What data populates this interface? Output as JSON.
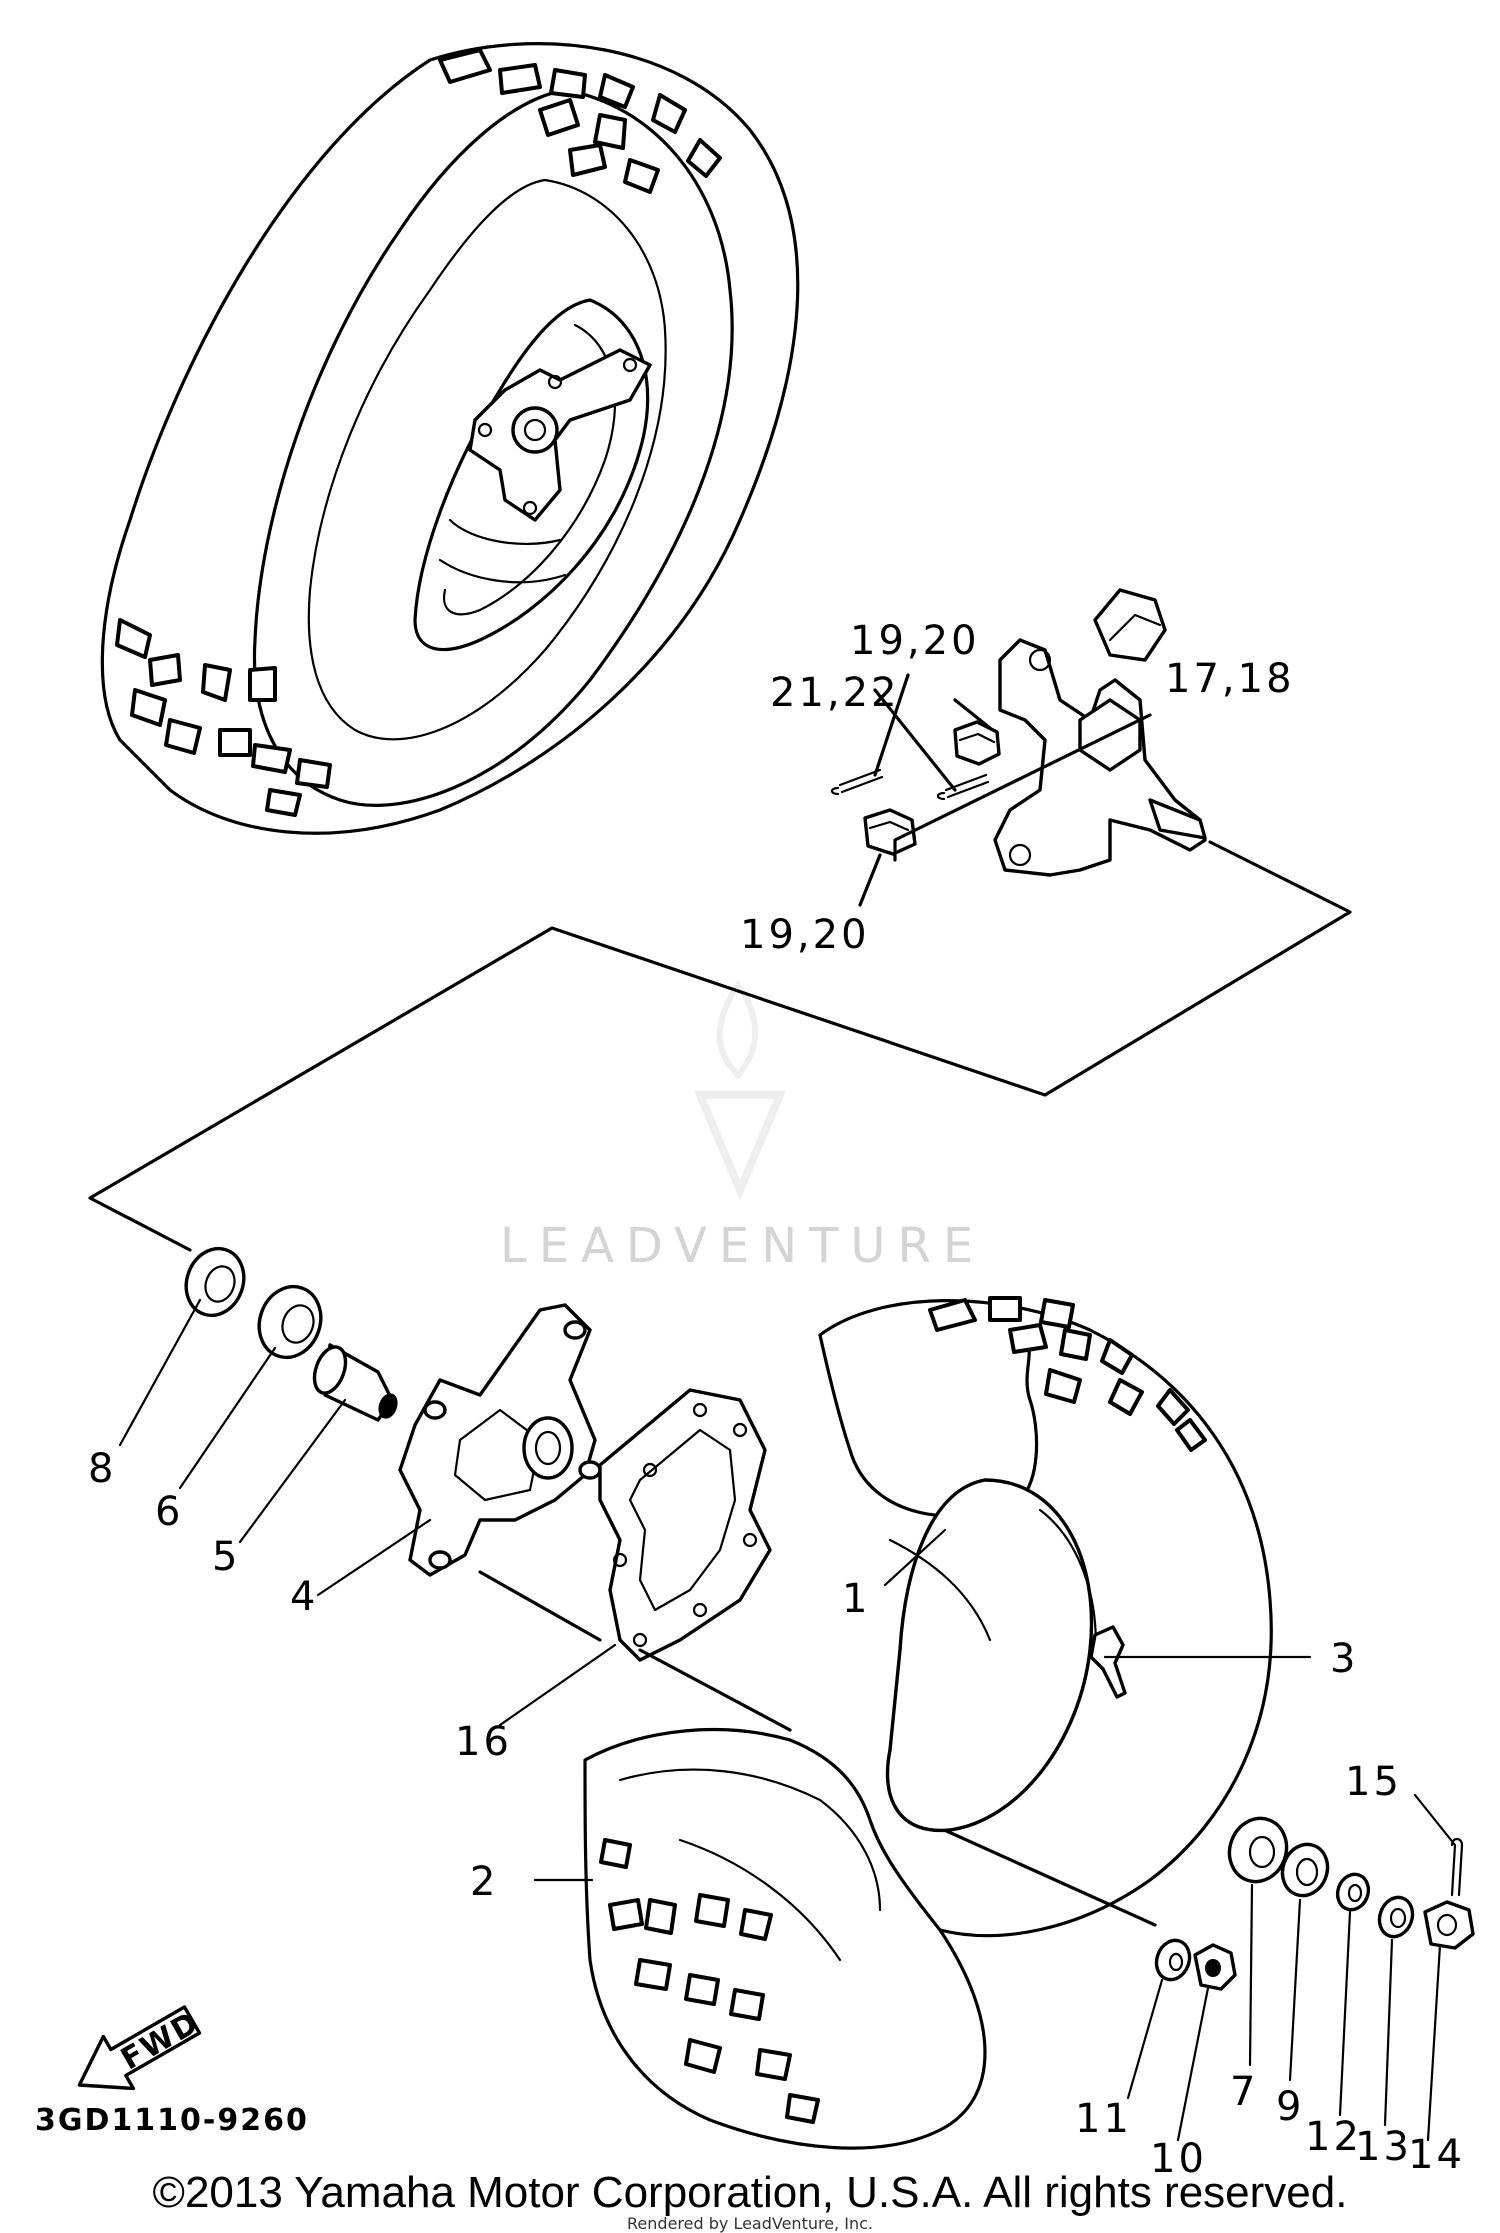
{
  "diagram": {
    "callouts": {
      "c1": "1",
      "c2": "2",
      "c3": "3",
      "c4": "4",
      "c5": "5",
      "c6": "6",
      "c7": "7",
      "c8": "8",
      "c9": "9",
      "c10": "10",
      "c11": "11",
      "c12": "12",
      "c13": "13",
      "c14": "14",
      "c15": "15",
      "c16": "16",
      "c17_18": "17,18",
      "c19_20_top": "19,20",
      "c19_20_bottom": "19,20",
      "c21_22": "21,22"
    },
    "fwd_label": "FWD",
    "diagram_code": "3GD1110-9260",
    "watermark": "LEADVENTURE"
  },
  "footer": {
    "copyright": "©2013 Yamaha Motor Corporation, U.S.A. All rights reserved.",
    "rendered_by": "Rendered by LeadVenture, Inc."
  }
}
